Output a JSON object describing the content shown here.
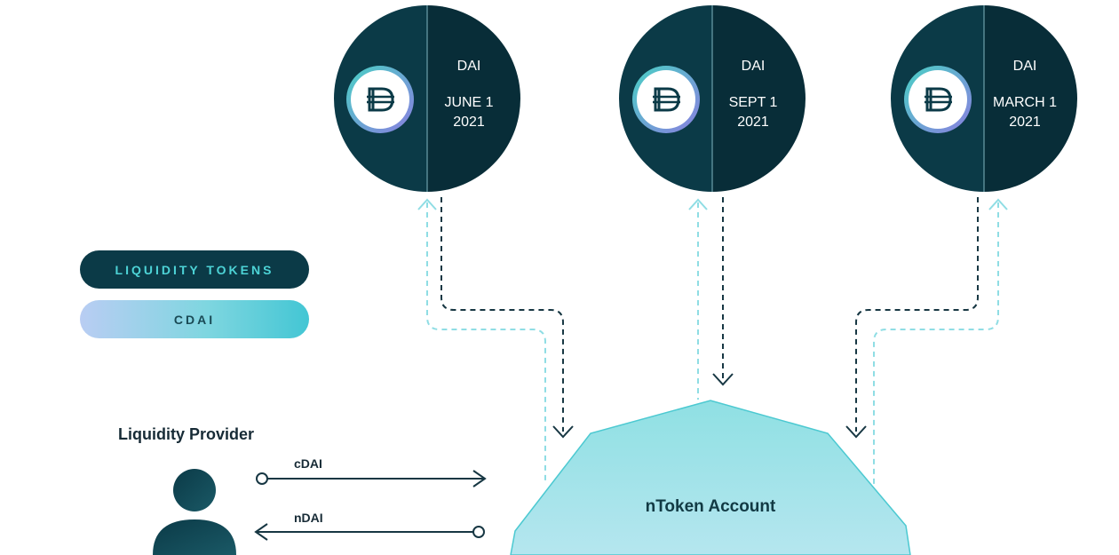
{
  "legend": {
    "liquidity_tokens": "LIQUIDITY TOKENS",
    "cdai": "CDAI"
  },
  "markets": [
    {
      "currency": "DAI",
      "date_line1": "JUNE 1",
      "date_line2": "2021",
      "icon": "dai-icon"
    },
    {
      "currency": "DAI",
      "date_line1": "SEPT 1",
      "date_line2": "2021",
      "icon": "dai-icon"
    },
    {
      "currency": "DAI",
      "date_line1": "MARCH 1",
      "date_line2": "2021",
      "icon": "dai-icon"
    }
  ],
  "provider": {
    "title": "Liquidity Provider",
    "icon": "person-icon"
  },
  "flows": {
    "deposit_label": "cDAI",
    "receive_label": "nDAI"
  },
  "ntoken": {
    "label": "nToken Account"
  },
  "colors": {
    "dark_teal": "#0b3a47",
    "accent_teal": "#4dd3d6",
    "light_teal": "#9fe0e6",
    "dashed_light": "#8fdde4",
    "dashed_dark": "#173743"
  }
}
